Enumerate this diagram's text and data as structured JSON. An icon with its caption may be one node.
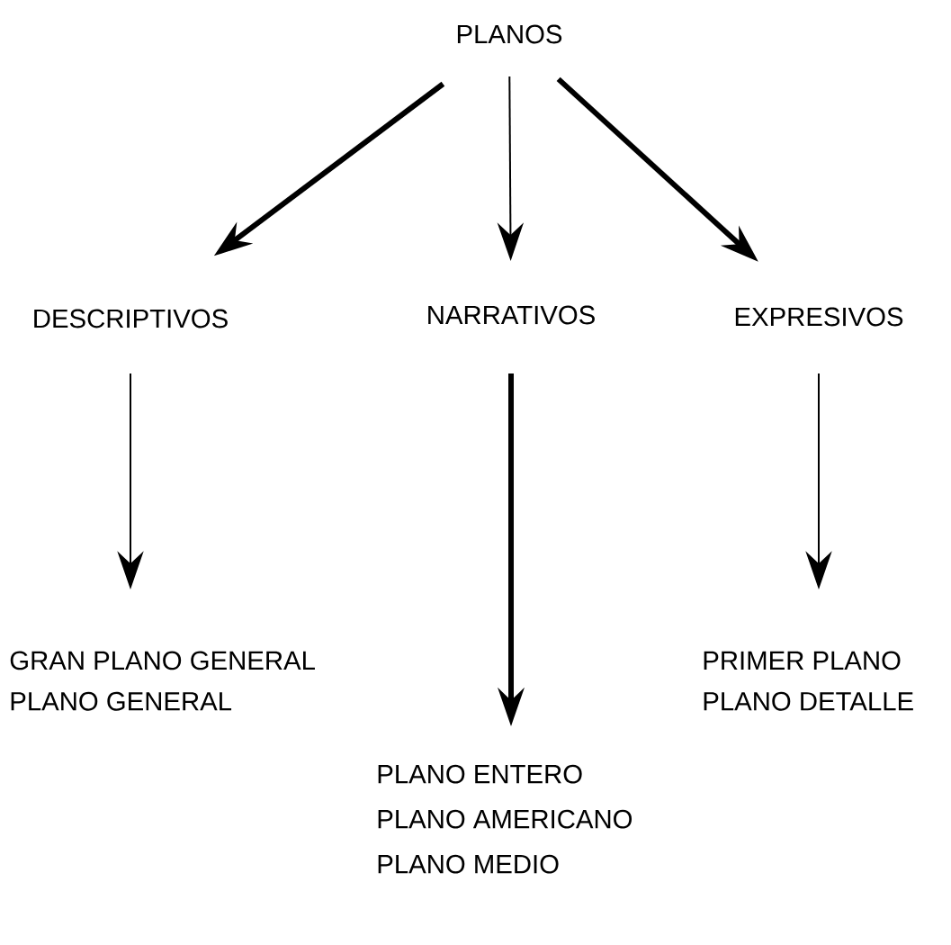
{
  "diagram": {
    "nodes": [
      {
        "text": [
          "PLANOS"
        ]
      },
      {
        "text": [
          "DESCRIPTIVOS"
        ]
      },
      {
        "text": [
          "NARRATIVOS"
        ]
      },
      {
        "text": [
          "EXPRESIVOS"
        ]
      },
      {
        "text": [
          "GRAN PLANO GENERAL",
          "PLANO GENERAL"
        ]
      },
      {
        "text": [
          "PLANO ENTERO",
          "PLANO AMERICANO",
          "PLANO MEDIO"
        ]
      },
      {
        "text": [
          "PRIMER PLANO",
          "PLANO DETALLE"
        ]
      }
    ],
    "edges": [
      {
        "from": 0,
        "to": 1,
        "arrow": "to",
        "style": "thick"
      },
      {
        "from": 0,
        "to": 2,
        "arrow": "to"
      },
      {
        "from": 0,
        "to": 3,
        "arrow": "to",
        "style": "thick"
      },
      {
        "from": 1,
        "to": 4,
        "arrow": "to"
      },
      {
        "from": 2,
        "to": 5,
        "arrow": "to",
        "style": "thick"
      },
      {
        "from": 3,
        "to": 6,
        "arrow": "to"
      }
    ]
  }
}
